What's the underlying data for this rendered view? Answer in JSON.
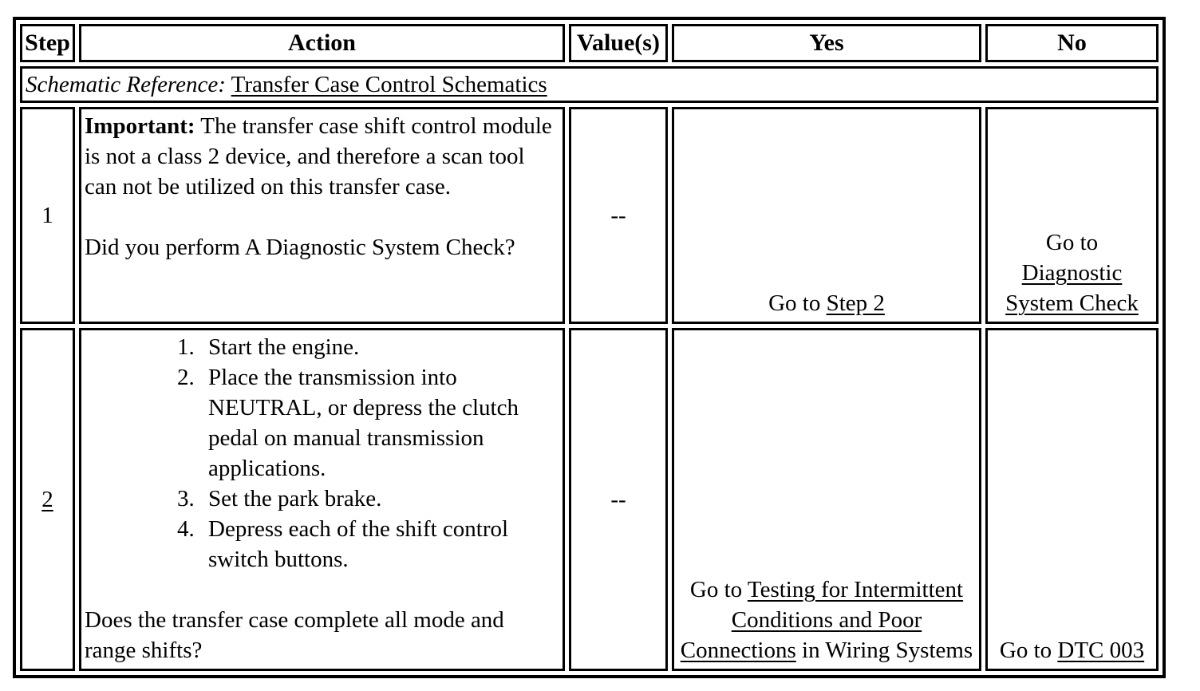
{
  "colors": {
    "text": "#000000",
    "background": "#ffffff",
    "border": "#000000"
  },
  "table": {
    "headers": [
      "Step",
      "Action",
      "Value(s)",
      "Yes",
      "No"
    ],
    "schematic": {
      "label": "Schematic Reference:",
      "link": "Transfer Case Control Schematics"
    },
    "rows": [
      {
        "step": "1",
        "action": {
          "important_label": "Important:",
          "important_text": " The transfer case shift control module is not a class 2 device, and therefore a scan tool can not be utilized on this transfer case.",
          "question": "Did you perform A Diagnostic System Check?"
        },
        "value": "--",
        "yes": {
          "prefix": "Go to ",
          "link": "Step 2",
          "suffix": ""
        },
        "no": {
          "prefix": "Go to ",
          "link": "Diagnostic System Check",
          "suffix": ""
        }
      },
      {
        "step": "2",
        "action": {
          "list": [
            "Start the engine.",
            "Place the transmission into NEUTRAL, or depress the clutch pedal on manual transmission applications.",
            "Set the park brake.",
            "Depress each of the shift control switch buttons."
          ],
          "question": "Does the transfer case complete all mode and range shifts?"
        },
        "value": "--",
        "yes": {
          "prefix": "Go to ",
          "link": "Testing for Intermittent Conditions and Poor Connections",
          "suffix": " in Wiring Systems"
        },
        "no": {
          "prefix": "Go to ",
          "link": "DTC 003",
          "suffix": ""
        }
      }
    ]
  }
}
